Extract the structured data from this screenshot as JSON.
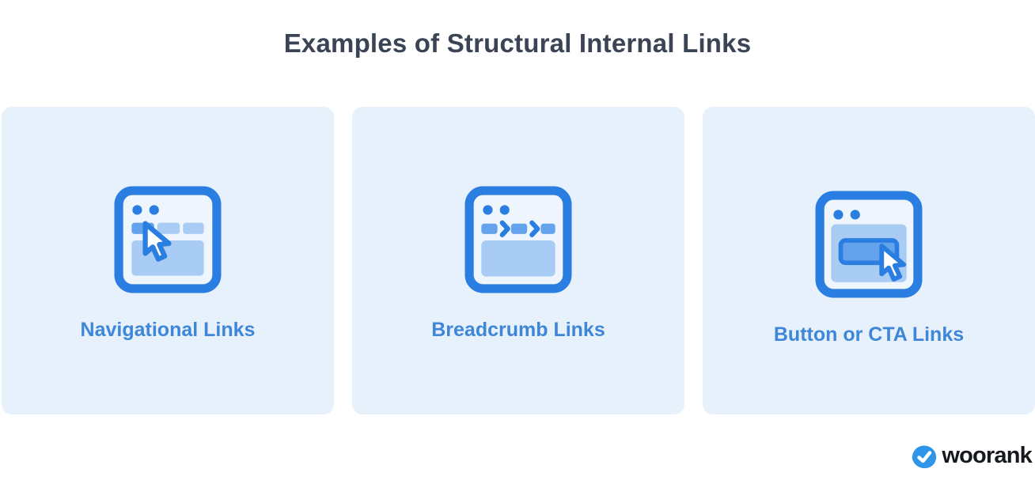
{
  "title": "Examples of Structural Internal Links",
  "cards": [
    {
      "label": "Navigational Links",
      "icon": "browser-window-nav-cursor-icon"
    },
    {
      "label": "Breadcrumb Links",
      "icon": "browser-window-breadcrumb-icon"
    },
    {
      "label": "Button or CTA Links",
      "icon": "browser-window-cta-button-cursor-icon"
    }
  ],
  "footer": {
    "brand": "woorank",
    "logo_icon": "woorank-checkmark-badge-icon"
  },
  "colors": {
    "page_bg": "#ffffff",
    "title_text": "#3a4454",
    "card_bg": "#e7f1fc",
    "label_text": "#3e86d8",
    "icon_stroke": "#2a7de1",
    "icon_mid_blue": "#64a2ec",
    "icon_light_blue": "#a9ccf5",
    "icon_panel_bg": "#eef5fd",
    "logo_blue": "#2e95e8",
    "logo_text": "#15181c"
  }
}
